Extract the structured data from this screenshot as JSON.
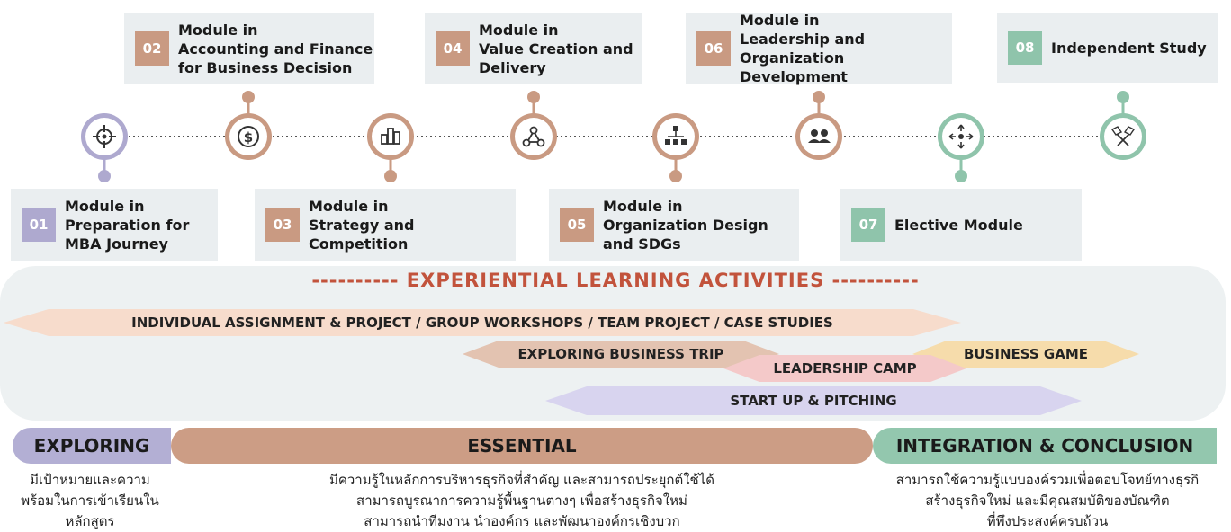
{
  "modules": [
    {
      "num": "01",
      "title": "Module in\nPreparation for\nMBA Journey",
      "icon": "target-icon",
      "color": "#aea9cf"
    },
    {
      "num": "02",
      "title": "Module in\nAccounting and Finance\nfor Business Decision",
      "icon": "dollar-icon",
      "color": "#c99a82"
    },
    {
      "num": "03",
      "title": "Module in\nStrategy and Competition",
      "icon": "bar-chart-icon",
      "color": "#c99a82"
    },
    {
      "num": "04",
      "title": "Module in\nValue Creation and\nDelivery",
      "icon": "network-icon",
      "color": "#c99a82"
    },
    {
      "num": "05",
      "title": "Module in\nOrganization Design\nand SDGs",
      "icon": "org-chart-icon",
      "color": "#c99a82"
    },
    {
      "num": "06",
      "title": "Module in\nLeadership and\nOrganization Development",
      "icon": "people-icon",
      "color": "#c99a82"
    },
    {
      "num": "07",
      "title": "Elective Module",
      "icon": "choice-arrows-icon",
      "color": "#8fc4ab"
    },
    {
      "num": "08",
      "title": "Independent Study",
      "icon": "flags-icon",
      "color": "#8fc4ab"
    }
  ],
  "activities": {
    "title": "---------- EXPERIENTIAL LEARNING ACTIVITIES ----------",
    "bands": [
      {
        "label": "INDIVIDUAL ASSIGNMENT & PROJECT / GROUP WORKSHOPS / TEAM PROJECT / CASE STUDIES",
        "color": "#f7dccc"
      },
      {
        "label": "EXPLORING BUSINESS TRIP",
        "color": "#e3c3b1"
      },
      {
        "label": "LEADERSHIP CAMP",
        "color": "#f4c9c9"
      },
      {
        "label": "BUSINESS GAME",
        "color": "#f6dcab"
      },
      {
        "label": "START UP & PITCHING",
        "color": "#d8d4ef"
      }
    ]
  },
  "phases": [
    {
      "label": "EXPLORING",
      "color": "#b3afd4",
      "desc": [
        "มีเป้าหมายและความ",
        "พร้อมในการเข้าเรียนใน",
        "หลักสูตร"
      ]
    },
    {
      "label": "ESSENTIAL",
      "color": "#cc9d85",
      "desc": [
        "มีความรู้ในหลักการบริหารธุรกิจที่สำคัญ และสามารถประยุกต์ใช้ได้",
        "สามารถบูรณาการความรู้พื้นฐานต่างๆ เพื่อสร้างธุรกิจใหม่",
        "สามารถนำทีมงาน นำองค์กร และพัฒนาองค์กรเชิงบวก"
      ]
    },
    {
      "label": "INTEGRATION & CONCLUSION",
      "color": "#93c7ae",
      "desc": [
        "สามารถใช้ความรู้แบบองค์รวมเพื่อตอบโจทย์ทางธุรกิ",
        "สร้างธุรกิจใหม่ และมีคุณสมบัติของบัณฑิต",
        "ที่พึงประสงค์ครบถ้วน"
      ]
    }
  ]
}
